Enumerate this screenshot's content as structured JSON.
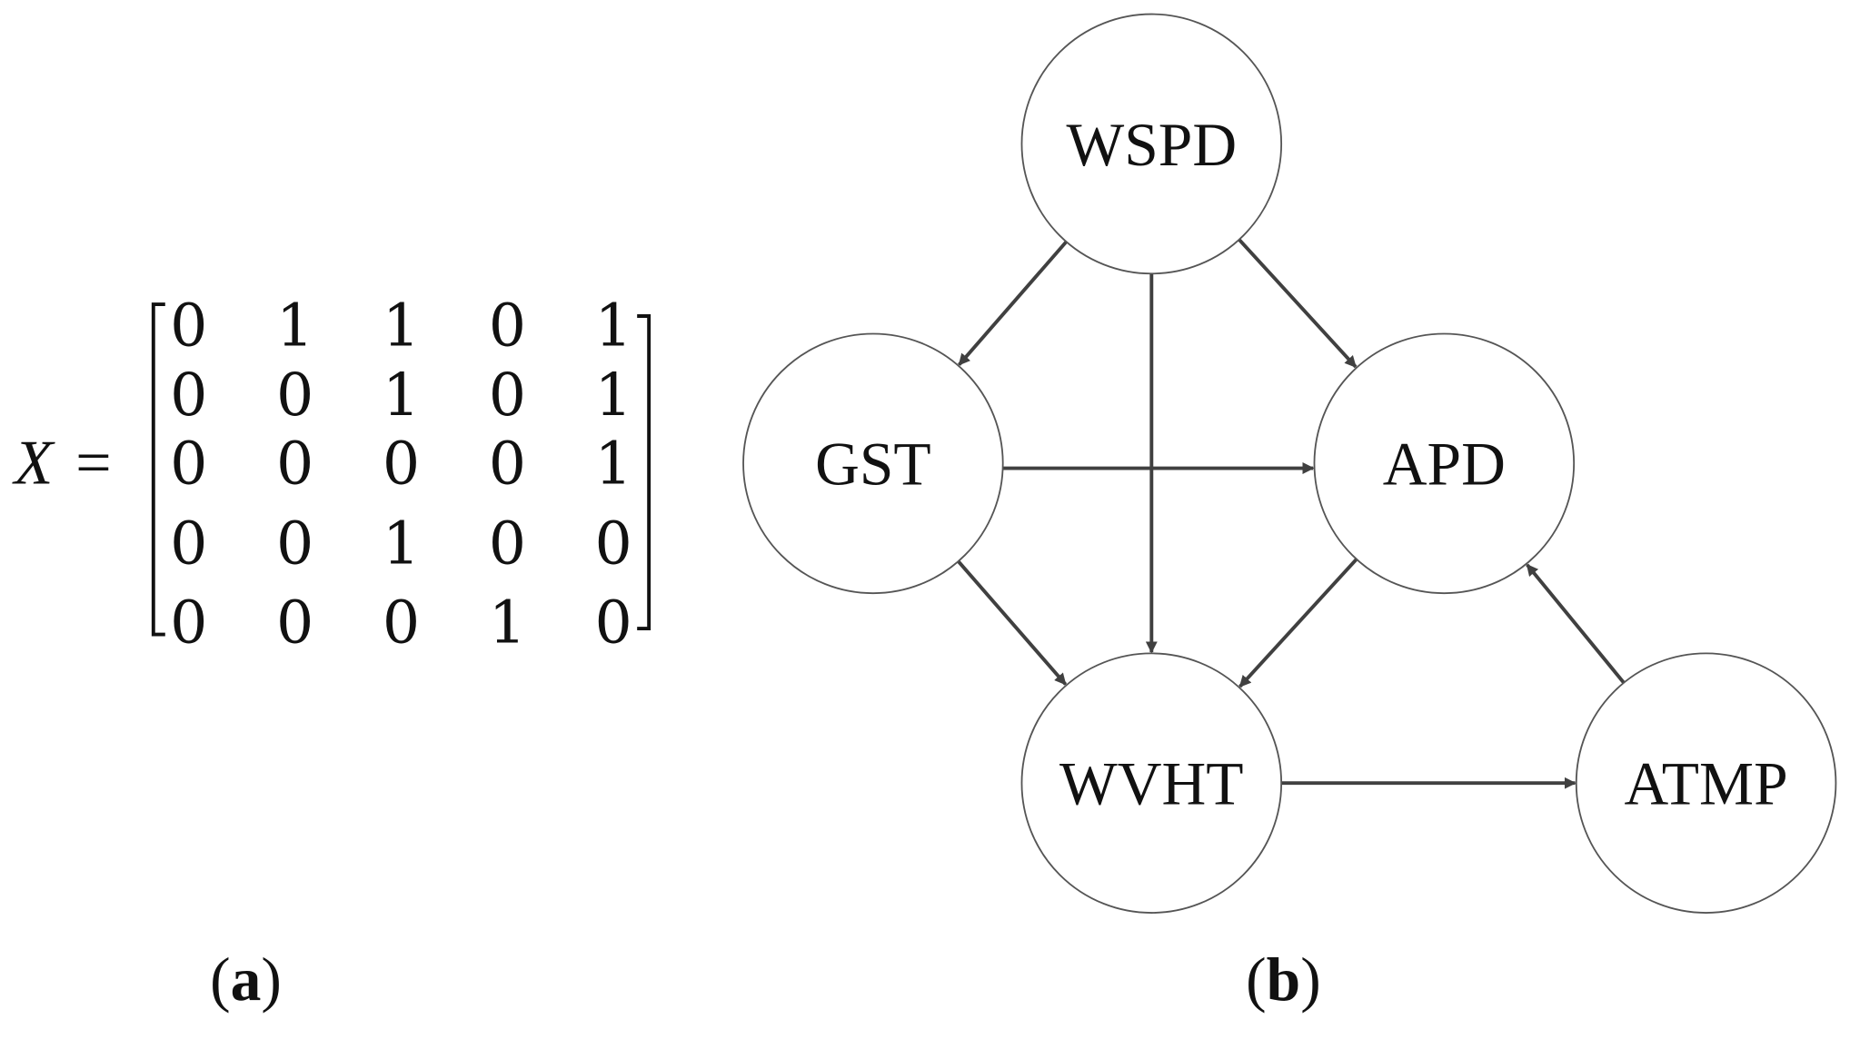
{
  "matrix": {
    "variable": "X",
    "equals": "=",
    "rows": [
      [
        "0",
        "1",
        "1",
        "0",
        "1"
      ],
      [
        "0",
        "0",
        "1",
        "0",
        "1"
      ],
      [
        "0",
        "0",
        "0",
        "0",
        "1"
      ],
      [
        "0",
        "0",
        "1",
        "0",
        "0"
      ],
      [
        "0",
        "0",
        "0",
        "1",
        "0"
      ]
    ]
  },
  "graph": {
    "nodes": [
      "WSPD",
      "GST",
      "APD",
      "WVHT",
      "ATMP"
    ],
    "edges": [
      {
        "from": "WSPD",
        "to": "GST"
      },
      {
        "from": "WSPD",
        "to": "APD"
      },
      {
        "from": "WSPD",
        "to": "WVHT"
      },
      {
        "from": "GST",
        "to": "APD"
      },
      {
        "from": "GST",
        "to": "WVHT"
      },
      {
        "from": "APD",
        "to": "WVHT"
      },
      {
        "from": "ATMP",
        "to": "APD"
      },
      {
        "from": "WVHT",
        "to": "ATMP"
      }
    ],
    "edge_color": "#404040",
    "node_stroke": "#555555"
  },
  "labels": {
    "a_open": "(",
    "a_letter": "a",
    "a_close": ")",
    "b_open": "(",
    "b_letter": "b",
    "b_close": ")"
  }
}
